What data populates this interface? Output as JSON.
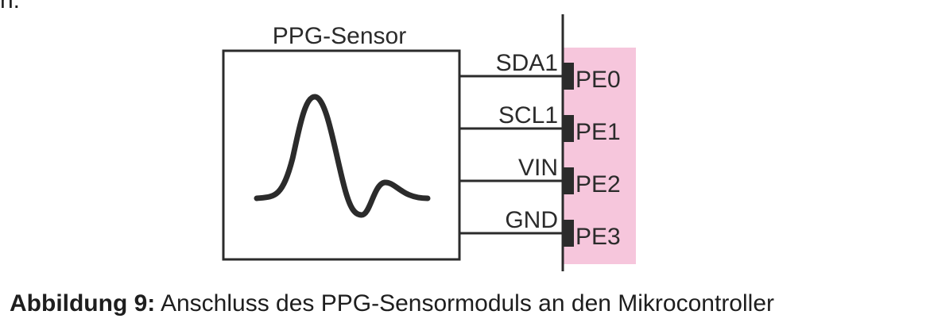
{
  "page_fragment": "n.",
  "sensor": {
    "title": "PPG-Sensor"
  },
  "connections": [
    {
      "signal": "SDA1",
      "pin": "PE0"
    },
    {
      "signal": "SCL1",
      "pin": "PE1"
    },
    {
      "signal": "VIN",
      "pin": "PE2"
    },
    {
      "signal": "GND",
      "pin": "PE3"
    }
  ],
  "colors": {
    "line": "#2b2b2b",
    "pin_region": "#f6c6dc"
  },
  "caption": {
    "label": "Abbildung 9:",
    "text": " Anschluss des PPG-Sensormoduls an den Mikrocontroller"
  }
}
